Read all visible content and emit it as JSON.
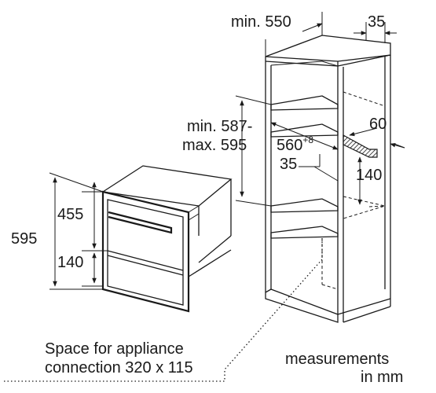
{
  "dimensions": {
    "cabinet_width": "min. 550",
    "side_depth": "35",
    "niche_height_min": "min. 587-",
    "niche_height_max": "max. 595",
    "niche_depth": "560",
    "niche_depth_tolerance": "+8",
    "shelf_offset": "35",
    "socket_width": "60",
    "socket_height": "140",
    "appliance_height": "595",
    "front_height": "455",
    "drawer_height": "140"
  },
  "notes": {
    "connection_line1": "Space for appliance",
    "connection_line2": "connection 320 x 115",
    "units_line1": "measurements",
    "units_line2": "in mm"
  },
  "icons": {
    "diagram": "oven-installation-diagram",
    "cabinet": "tall-cabinet-icon",
    "appliance": "built-in-oven-icon",
    "socket": "power-socket-hatched-icon"
  },
  "colors": {
    "line": "#1a1a1a",
    "background": "#ffffff"
  }
}
